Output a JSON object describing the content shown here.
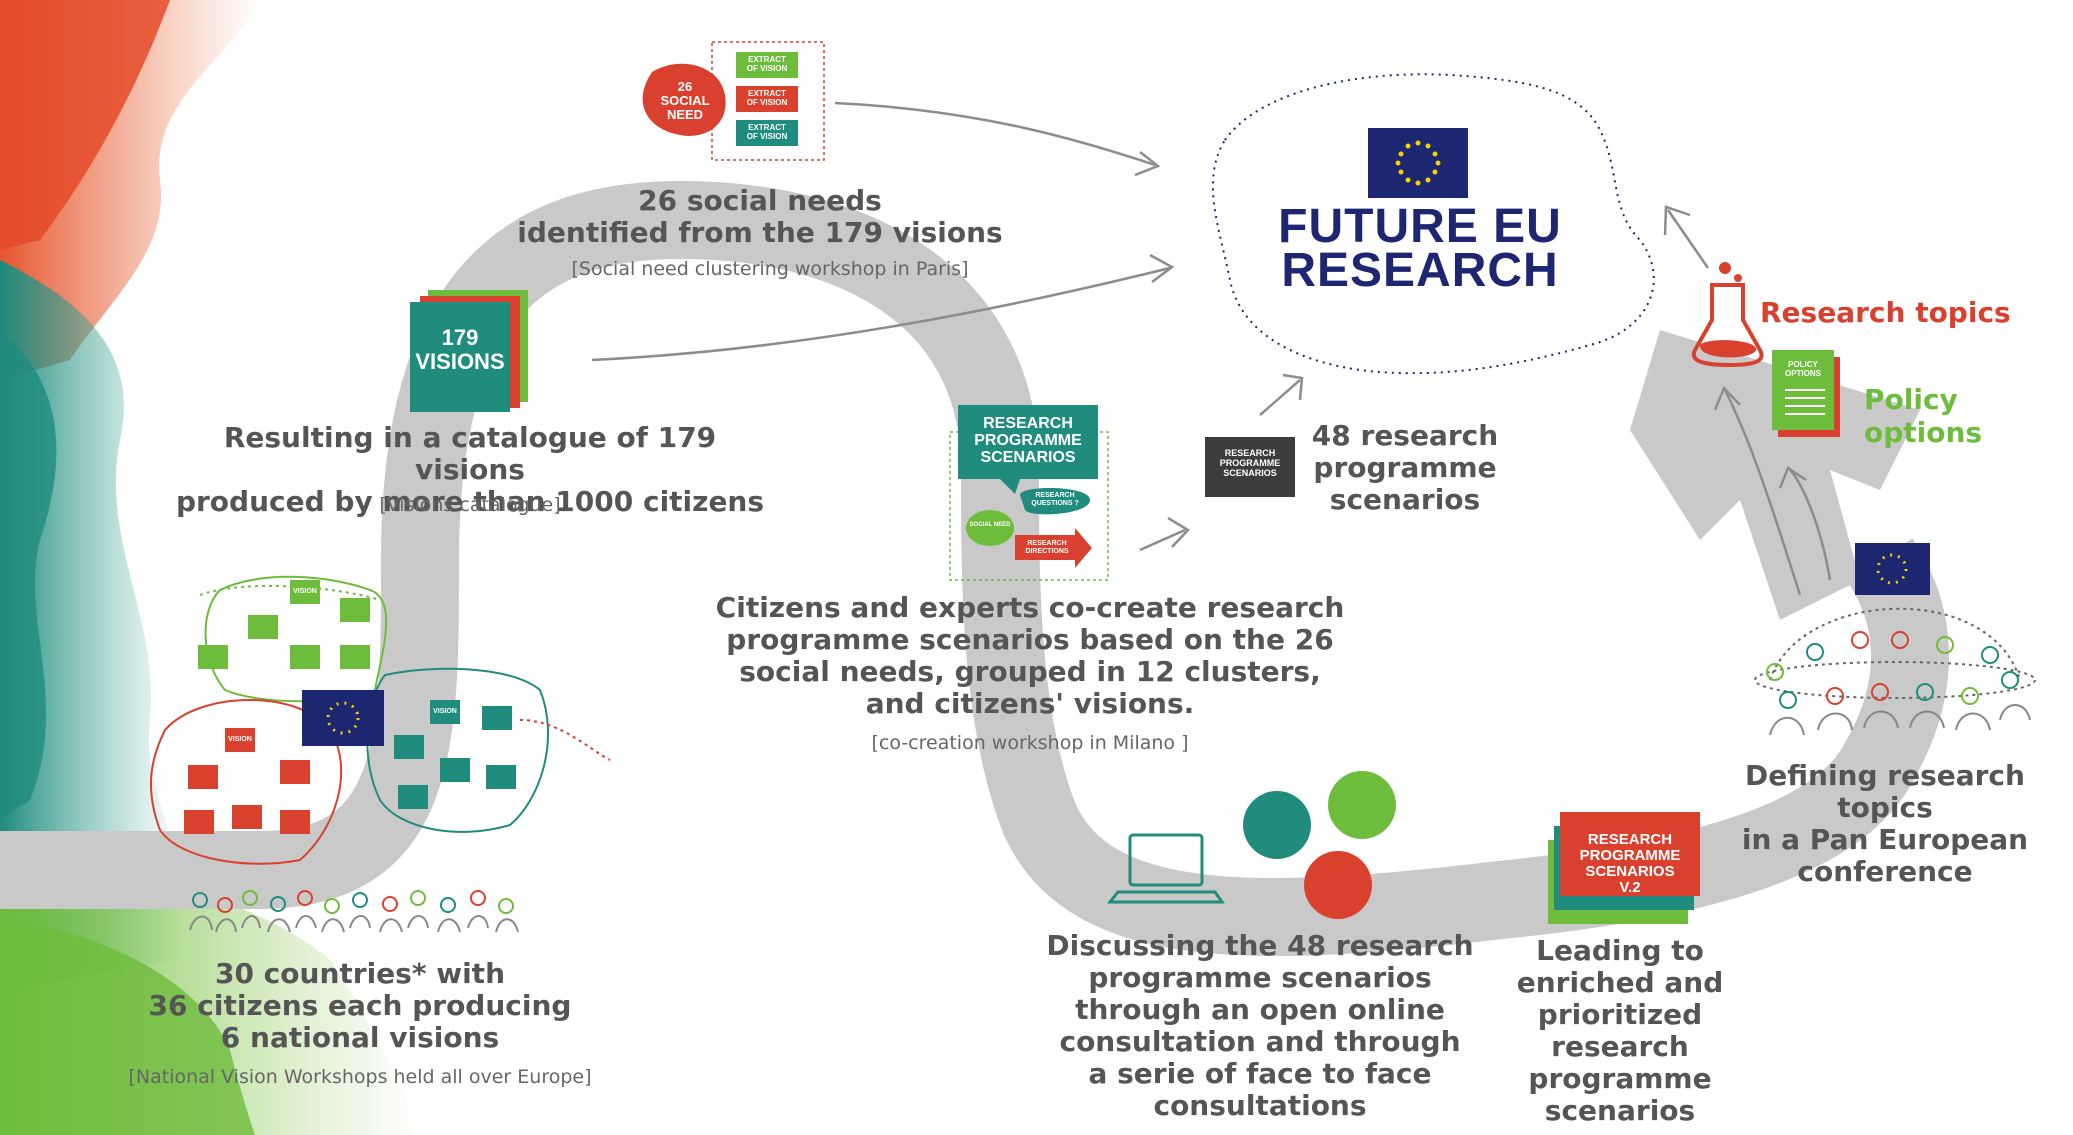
{
  "center": {
    "title_line1": "FUTURE EU",
    "title_line2": "RESEARCH"
  },
  "step1": {
    "heading_lines": [
      "30 countries* with",
      "36 citizens each producing",
      "6 national visions"
    ],
    "source": "[National Vision Workshops held all over Europe]",
    "vision_tag": "VISION"
  },
  "step2": {
    "stack_label_1": "179",
    "stack_label_2": "VISIONS",
    "heading_lines": [
      "Resulting in a catalogue of 179 visions",
      "produced by more than 1000 citizens"
    ],
    "source": "[Visions catalogue]"
  },
  "step3": {
    "badge_1": "26",
    "badge_2": "SOCIAL",
    "badge_3": "NEED",
    "extract_1": "EXTRACT",
    "extract_2": "OF VISION",
    "heading_lines": [
      "26 social needs",
      "identified from the 179 visions"
    ],
    "source": "[Social need clustering workshop in Paris]"
  },
  "step4": {
    "card_lines": [
      "RESEARCH",
      "PROGRAMME",
      "SCENARIOS"
    ],
    "bubble_social": "SOCIAL NEED",
    "bubble_questions": "RESEARCH QUESTIONS ?",
    "bubble_directions": "RESEARCH DIRECTIONS",
    "heading_lines": [
      "Citizens and experts co-create research",
      "programme scenarios based on the 26",
      "social needs, grouped in 12 clusters,",
      "and citizens' visions."
    ],
    "source": "[co-creation workshop in  Milano ]"
  },
  "step5": {
    "card_lines": [
      "RESEARCH",
      "PROGRAMME",
      "SCENARIOS"
    ],
    "heading_lines": [
      "48 research",
      "programme",
      "scenarios"
    ]
  },
  "step6": {
    "heading_lines": [
      "Discussing the 48 research",
      "programme scenarios",
      "through an open online",
      "consultation and through",
      "a serie of face to face",
      "consultations"
    ]
  },
  "step7": {
    "card_lines": [
      "RESEARCH",
      "PROGRAMME",
      "SCENARIOS",
      "V.2"
    ],
    "heading_lines": [
      "Leading to",
      "enriched and",
      "prioritized",
      "research",
      "programme",
      "scenarios"
    ]
  },
  "step8": {
    "heading_lines": [
      "Defining research topics",
      "in a Pan European",
      "conference"
    ]
  },
  "outputs": {
    "research_topics": "Research topics",
    "policy_options": "Policy options",
    "policy_card_1": "POLICY",
    "policy_card_2": "OPTIONS"
  },
  "colors": {
    "red": "#d9412e",
    "green": "#6ebc3c",
    "teal": "#1f8c7e",
    "eu_blue": "#1d2671",
    "eu_gold": "#f5d300",
    "path_grey": "#c8c8c8",
    "text_grey": "#555555"
  }
}
